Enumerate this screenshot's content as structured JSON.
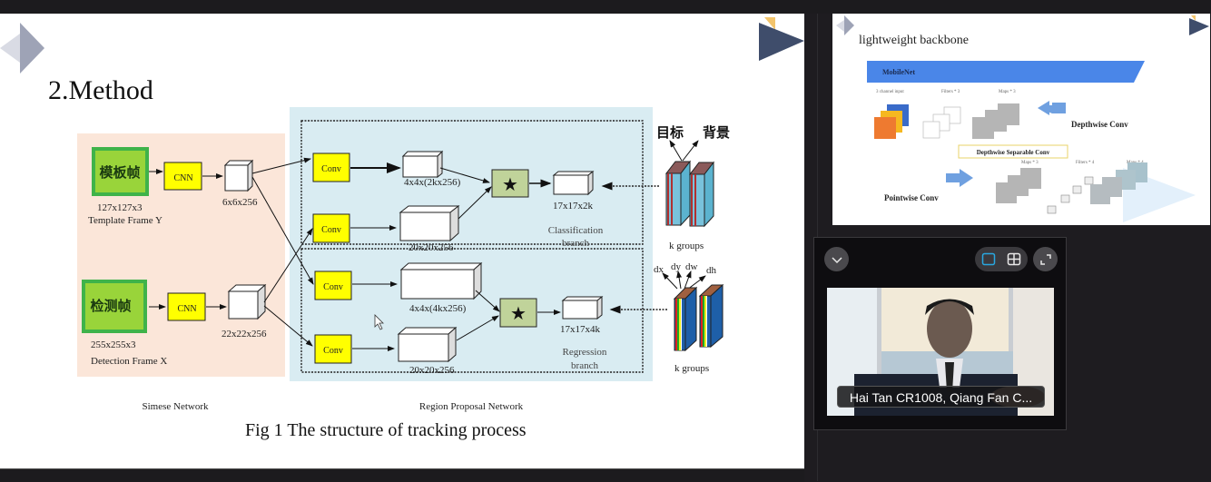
{
  "main_slide": {
    "title": "2.Method",
    "caption": "Fig 1 The structure of tracking process",
    "diagram": {
      "siamese": {
        "label": "Simese Network",
        "template_box": "模板帧",
        "template_size": "127x127x3",
        "template_label": "Template Frame Y",
        "detection_box": "检测帧",
        "detection_size": "255x255x3",
        "detection_label": "Detection Frame X",
        "cnn_label": "CNN",
        "template_feature": "6x6x256",
        "detection_feature": "22x22x256"
      },
      "rpn": {
        "label": "Region Proposal Network",
        "conv_label": "Conv",
        "cls_kernel": "4x4x(2kx256)",
        "cls_search": "20x20x256",
        "cls_output": "17x17x2k",
        "cls_branch_line1": "Classification",
        "cls_branch_line2": "branch",
        "reg_kernel": "4x4x(4kx256)",
        "reg_search": "20x20x256",
        "reg_output": "17x17x4k",
        "reg_branch_line1": "Regression",
        "reg_branch_line2": "branch",
        "corr_symbol": "★"
      },
      "outputs": {
        "cls_tag_1": "目标",
        "cls_tag_2": "背景",
        "cls_groups": "k groups",
        "reg_tags": [
          "dx",
          "dy",
          "dw",
          "dh"
        ],
        "reg_groups": "k groups"
      }
    }
  },
  "thumbnail_slide": {
    "title": "lightweight backbone",
    "banner": "MobileNet",
    "labels": {
      "input": "3 channel input",
      "filters3": "Filters * 3",
      "maps3": "Maps * 3",
      "depthwise": "Depthwise Conv",
      "separable": "Depthwise Separable Conv",
      "maps3b": "Maps * 3",
      "filters4": "Filters * 4",
      "maps4": "Maps * 4",
      "pointwise": "Pointwise Conv"
    }
  },
  "video_panel": {
    "participant_name": "Hai Tan CR1008, Qiang Fan C...",
    "collapse_icon": "chevron-down-icon",
    "view_icons": [
      "single-view-icon",
      "grid-view-icon"
    ],
    "fullscreen_icon": "expand-icon"
  },
  "colors": {
    "accent_blue": "#29a8e0",
    "slide_navy": "#3f4d6b",
    "slide_gold": "#f3c46b",
    "conv_yellow": "#ffff00",
    "frame_green": "#99d43a",
    "rpn_bg": "#d9ecf2",
    "siamese_bg": "#fbe6d9"
  }
}
